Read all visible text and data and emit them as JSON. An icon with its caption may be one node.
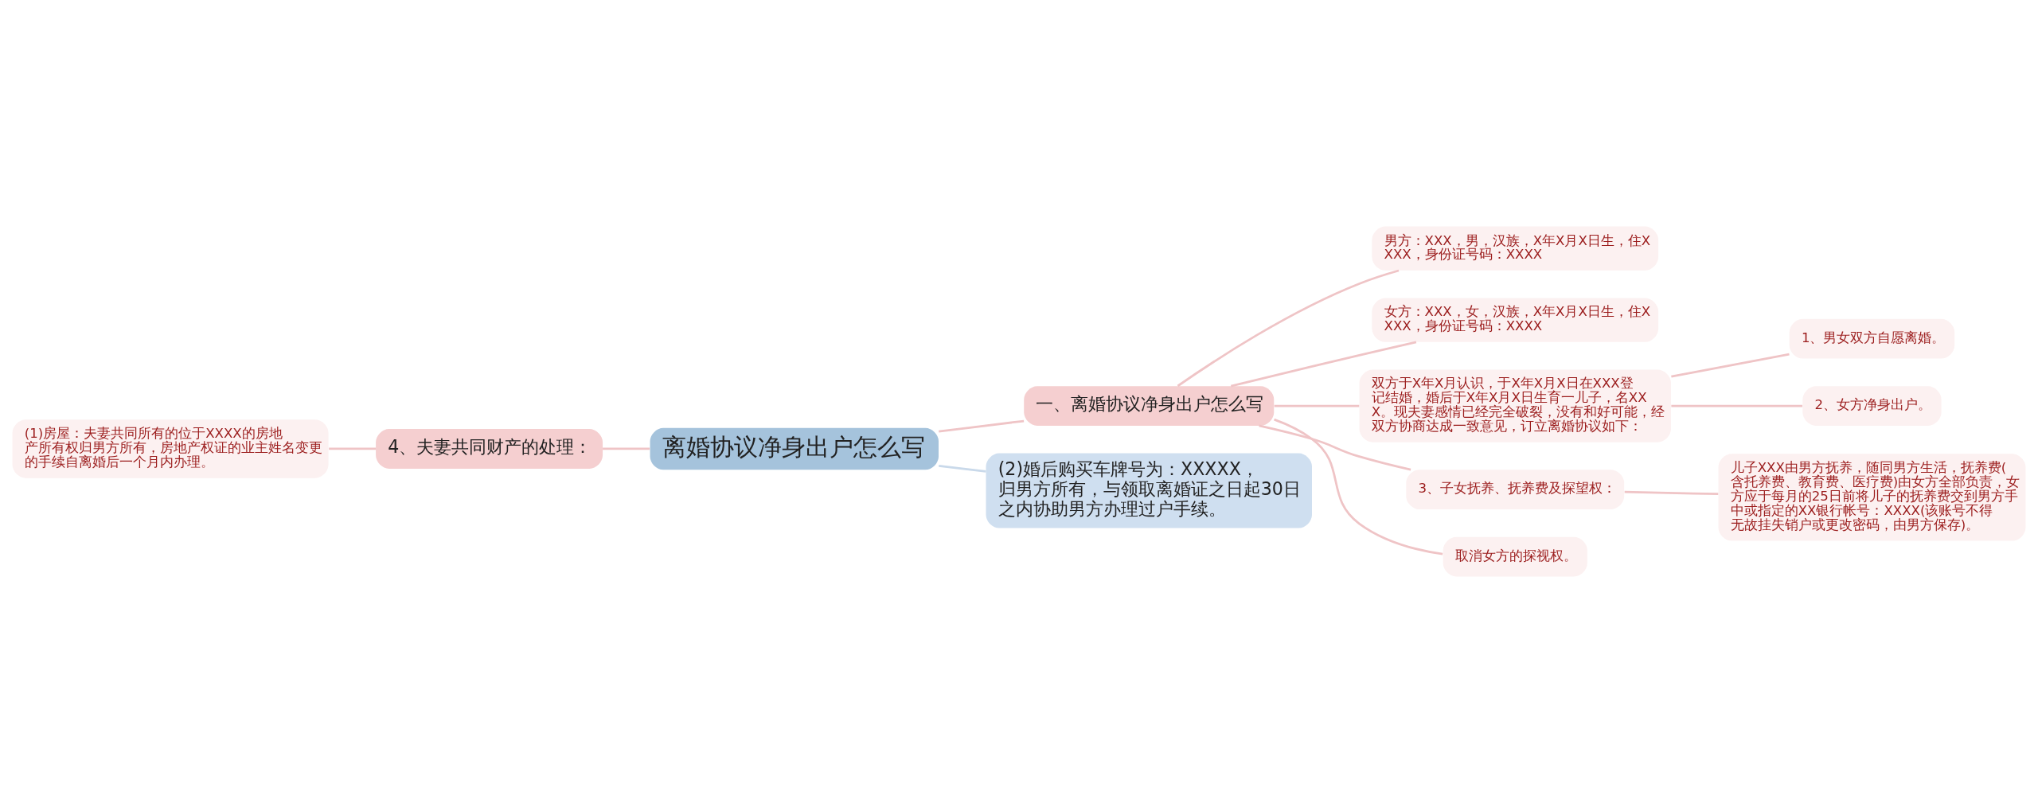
{
  "diagram": {
    "nodes": [
      {
        "text": [
          "离婚协议净身出户怎么写"
        ]
      },
      {
        "text": [
          "一、离婚协议净身出户怎么写"
        ]
      },
      {
        "text": [
          "男方：XXX，男，汉族，X年X月X日生，住XXXX，身份证号码：XXXX"
        ]
      },
      {
        "text": [
          "女方：XXX，女，汉族，X年X月X日生，住XXXX，身份证号码：XXXX"
        ]
      },
      {
        "text": [
          "双方于X年X月认识，于X年X月X日在XXX登记结婚，婚后于X年X月X日生育一儿子，名XXX。现夫妻感情已经完全破裂，没有和好可能，经双方协商达成一致意见，订立离婚协议如下："
        ]
      },
      {
        "text": [
          "1、男女双方自愿离婚。"
        ]
      },
      {
        "text": [
          "2、女方净身出户。"
        ]
      },
      {
        "text": [
          "3、子女抚养、抚养费及探望权："
        ]
      },
      {
        "text": [
          "儿子XXX由男方抚养，随同男方生活，抚养费(含托养费、教育费、医疗费)由女方全部负责，女方应于每月的25日前将儿子的抚养费交到男方手中或指定的XX银行帐号：XXXX(该账号不得无故挂失销户或更改密码，由男方保存)。"
        ]
      },
      {
        "text": [
          "取消女方的探视权。"
        ]
      },
      {
        "text": [
          "(2)婚后购买车牌号为：XXXXX，归男方所有，与领取离婚证之日起30日之内协助男方办理过户手续。"
        ]
      },
      {
        "text": [
          "4、夫妻共同财产的处理："
        ]
      },
      {
        "text": [
          "(1)房屋：夫妻共同所有的位于XXXX的房地产所有权归男方所有，房地产权证的业主姓名变更的手续自离婚后一个月内办理。"
        ]
      }
    ],
    "edges": [
      {
        "from": 0,
        "to": 1,
        "arrow": "none"
      },
      {
        "from": 1,
        "to": 2,
        "arrow": "none"
      },
      {
        "from": 1,
        "to": 3,
        "arrow": "none"
      },
      {
        "from": 1,
        "to": 4,
        "arrow": "none"
      },
      {
        "from": 4,
        "to": 5,
        "arrow": "none"
      },
      {
        "from": 4,
        "to": 6,
        "arrow": "none"
      },
      {
        "from": 1,
        "to": 7,
        "arrow": "none"
      },
      {
        "from": 7,
        "to": 8,
        "arrow": "none"
      },
      {
        "from": 1,
        "to": 9,
        "arrow": "none"
      },
      {
        "from": 0,
        "to": 10,
        "arrow": "none",
        "color": "#c9d9ea"
      },
      {
        "from": 0,
        "to": 11,
        "arrow": "none"
      },
      {
        "from": 11,
        "to": 12,
        "arrow": "none"
      }
    ]
  }
}
